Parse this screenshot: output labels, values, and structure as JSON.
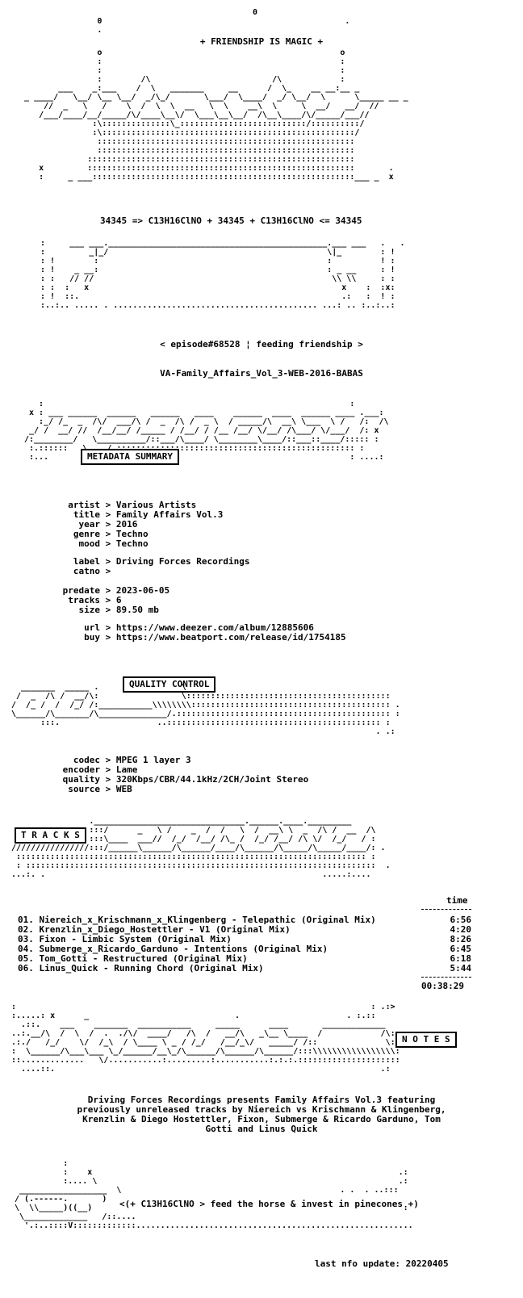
{
  "header": {
    "motto": "+ FRIENDSHIP IS MAGIC +",
    "formula": "34345 => C13H16ClNO + 34345 + C13H16ClNO <= 34345",
    "episode": "< episode#68528 ¦ feeding friendship >",
    "release": "VA-Family_Affairs_Vol_3-WEB-2016-BABAS"
  },
  "metadata": {
    "heading": "METADATA SUMMARY",
    "rows": [
      {
        "key": "artist",
        "value": "Various Artists"
      },
      {
        "key": "title",
        "value": "Family Affairs Vol.3"
      },
      {
        "key": "year",
        "value": "2016"
      },
      {
        "key": "genre",
        "value": "Techno"
      },
      {
        "key": "mood",
        "value": "Techno"
      },
      {
        "key": "label",
        "value": "Driving Forces Recordings"
      },
      {
        "key": "catno",
        "value": ""
      },
      {
        "key": "predate",
        "value": "2023-06-05"
      },
      {
        "key": "tracks",
        "value": "6"
      },
      {
        "key": "size",
        "value": "89.50 mb"
      },
      {
        "key": "url",
        "value": "https://www.deezer.com/album/12885606"
      },
      {
        "key": "buy",
        "value": "https://www.beatport.com/release/id/1754185"
      }
    ]
  },
  "quality": {
    "heading": "QUALITY CONTROL",
    "rows": [
      {
        "key": "codec",
        "value": "MPEG 1 layer 3"
      },
      {
        "key": "encoder",
        "value": "Lame"
      },
      {
        "key": "quality",
        "value": "320Kbps/CBR/44.1kHz/2CH/Joint Stereo"
      },
      {
        "key": "source",
        "value": "WEB"
      }
    ]
  },
  "tracks": {
    "heading": "T R A C K S",
    "time_header": "time",
    "list": [
      {
        "title": "01. Niereich_x_Krischmann_x_Klingenberg - Telepathic (Original Mix)",
        "time": "6:56"
      },
      {
        "title": "02. Krenzlin_x_Diego_Hostettler - V1 (Original Mix)",
        "time": "4:20"
      },
      {
        "title": "03. Fixon - Limbic System (Original Mix)",
        "time": "8:26"
      },
      {
        "title": "04. Submerge_x_Ricardo_Garduno - Intentions (Original Mix)",
        "time": "6:45"
      },
      {
        "title": "05. Tom_Gotti - Restructured (Original Mix)",
        "time": "6:18"
      },
      {
        "title": "06. Linus_Quick - Running Chord (Original Mix)",
        "time": "5:44"
      }
    ],
    "total": "00:38:29"
  },
  "notes": {
    "heading": "N O T E S",
    "lines": [
      "Driving Forces Recordings presents Family Affairs Vol.3 featuring",
      "previously unreleased tracks by Niereich vs Krischmann & Klingenberg,",
      "Krenzlin & Diego Hostettler, Fixon, Submerge & Ricardo Garduno, Tom",
      "Gotti and Linus Quick"
    ]
  },
  "footer": {
    "tagline": "<(+ C13H16ClNO > feed the horse & invest in pinecones +)",
    "updated": "last nfo update: 20220405"
  }
}
